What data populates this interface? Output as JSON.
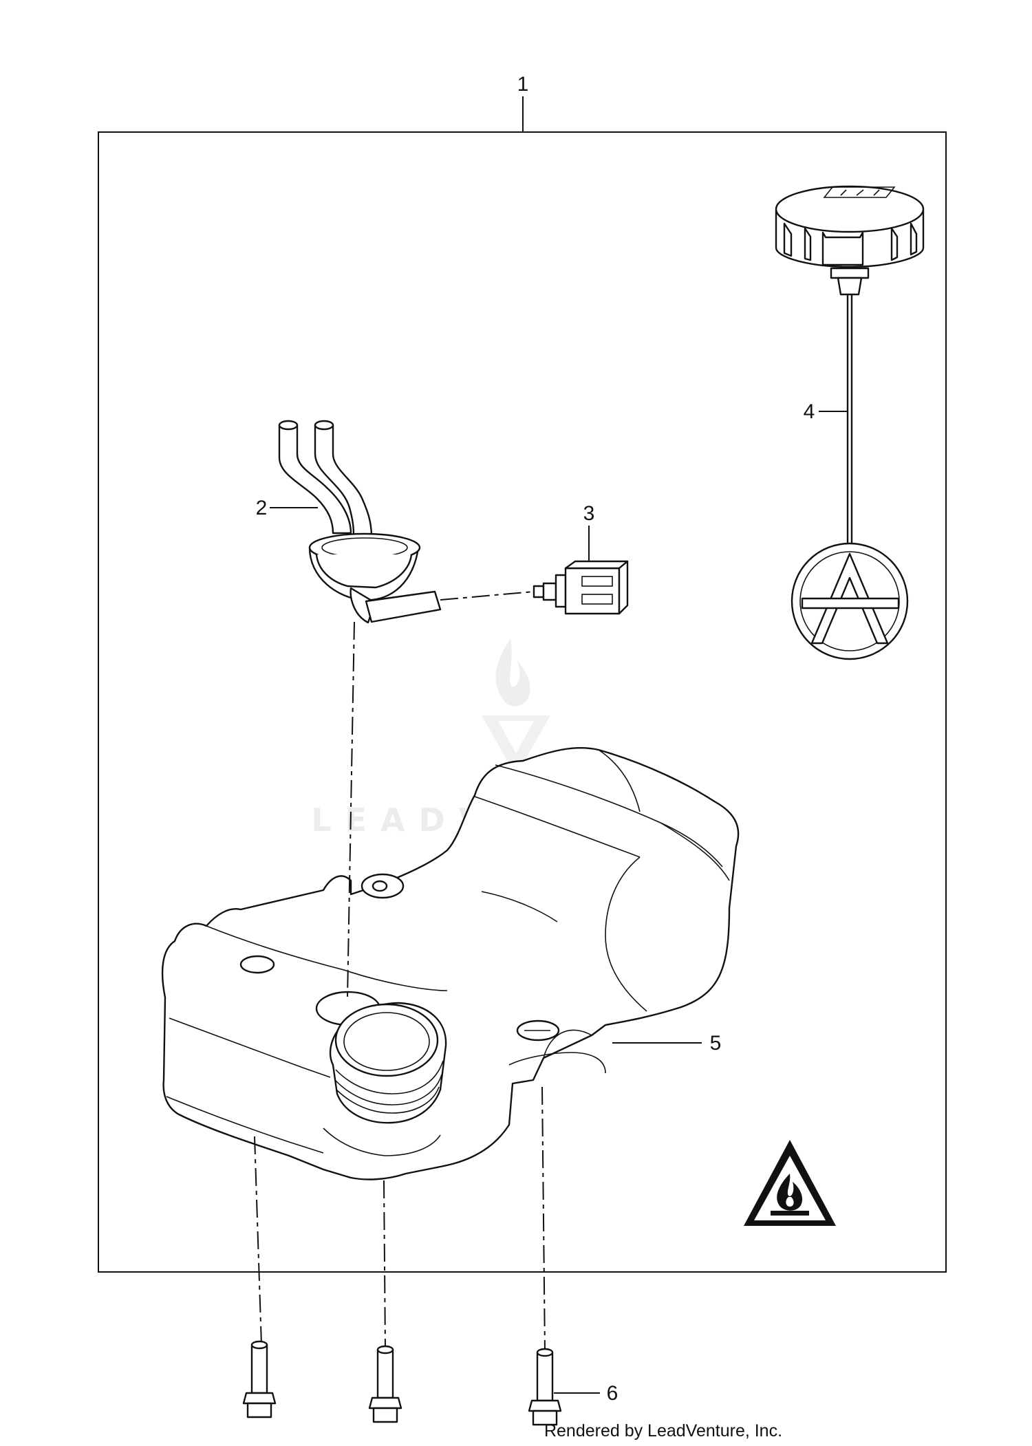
{
  "diagram": {
    "callouts": [
      "1",
      "2",
      "3",
      "4",
      "5",
      "6"
    ],
    "watermark": "LEADVENTURE",
    "credit": "Rendered by LeadVenture, Inc.",
    "warning_symbol": "flammable-warning-triangle-icon",
    "parts": [
      {
        "ref": "1",
        "kind": "fuel-tank-assembly"
      },
      {
        "ref": "2",
        "kind": "fuel-line-grommet"
      },
      {
        "ref": "3",
        "kind": "fuel-filter"
      },
      {
        "ref": "4",
        "kind": "fuel-cap"
      },
      {
        "ref": "5",
        "kind": "fuel-tank"
      },
      {
        "ref": "6",
        "kind": "screw"
      }
    ]
  }
}
